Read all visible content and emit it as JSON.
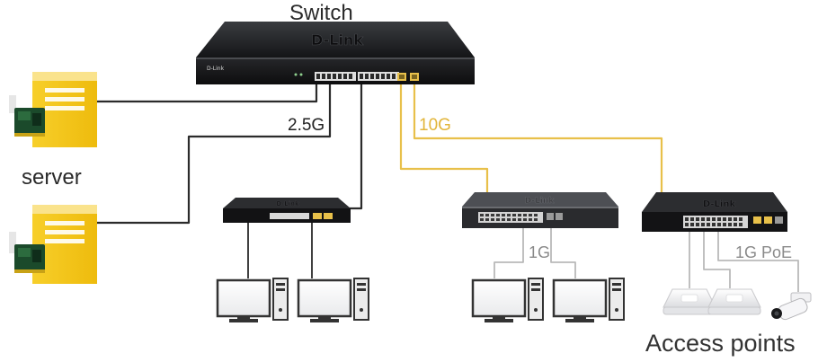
{
  "labels": {
    "switch": "Switch",
    "speed_25g": "2.5G",
    "speed_10g": "10G",
    "server": "server",
    "speed_1g": "1G",
    "speed_1g_poe": "1G PoE",
    "access_points": "Access points"
  },
  "brand_mark": "D-Link",
  "colors": {
    "cable_dark": "#2b2b2b",
    "cable_10g": "#e8c04a",
    "cable_1g": "#b9b9b9",
    "server_yellow": "#f5c414",
    "switch_body": "#1e1f21"
  }
}
